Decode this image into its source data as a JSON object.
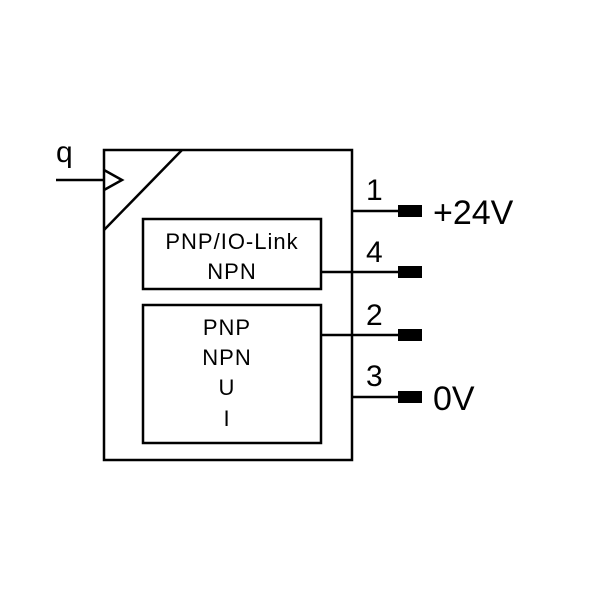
{
  "input": {
    "label": "q"
  },
  "box_top": {
    "lines": [
      "PNP/IO-Link",
      "NPN"
    ]
  },
  "box_bottom": {
    "lines": [
      "PNP",
      "NPN",
      "U",
      "I"
    ]
  },
  "pins": [
    {
      "number": "1",
      "supply": "+24V"
    },
    {
      "number": "4",
      "supply": ""
    },
    {
      "number": "2",
      "supply": ""
    },
    {
      "number": "3",
      "supply": "0V"
    }
  ]
}
